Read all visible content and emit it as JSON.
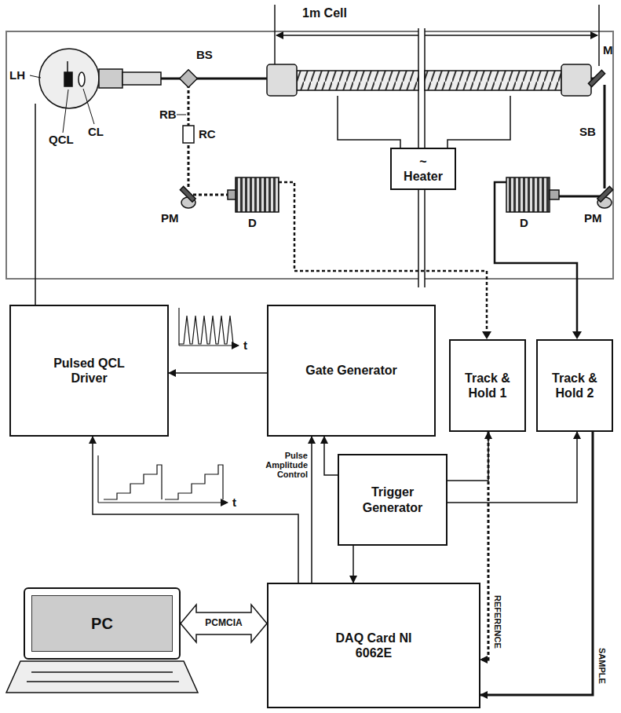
{
  "diagram": {
    "nodes": [
      {
        "text": [
          "~",
          "Heater"
        ]
      },
      {
        "text": [
          "Pulsed QCL Driver"
        ]
      },
      {
        "text": [
          "Gate Generator"
        ]
      },
      {
        "text": [
          "Track & Hold 1"
        ]
      },
      {
        "text": [
          "Track & Hold 2"
        ]
      },
      {
        "text": [
          "Trigger Generator"
        ]
      },
      {
        "text": [
          "PC"
        ]
      },
      {
        "text": [
          "DAQ Card NI 6062E"
        ]
      }
    ],
    "edges": [
      {
        "from": 2,
        "to": 1,
        "arrow": "to"
      },
      {
        "from": 7,
        "to": 1,
        "arrow": "to"
      },
      {
        "from": 7,
        "to": 2,
        "arrow": "to"
      },
      {
        "from": 5,
        "to": 2,
        "arrow": "to"
      },
      {
        "from": 5,
        "to": 3,
        "arrow": "to"
      },
      {
        "from": 5,
        "to": 4,
        "arrow": "to"
      },
      {
        "from": 5,
        "to": 7,
        "arrow": "to"
      },
      {
        "from": 3,
        "to": 7,
        "label": "REFERENCE",
        "arrow": "to"
      },
      {
        "from": 4,
        "to": 7,
        "label": "SAMPLE",
        "arrow": "to"
      },
      {
        "from": 6,
        "to": 7,
        "label": "PCMCIA",
        "arrow": "both"
      }
    ],
    "labels": [
      "1m Cell",
      "LH",
      "QCL",
      "CL",
      "BS",
      "RB",
      "RC",
      "PM",
      "D",
      "M",
      "SB",
      "D",
      "PM",
      "t",
      "t",
      "Pulse Amplitude Control"
    ]
  }
}
